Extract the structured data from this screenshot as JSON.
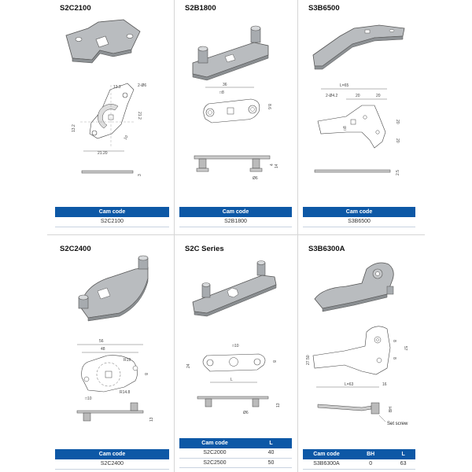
{
  "products": [
    {
      "id": "S2C2100",
      "title": "S2C2100",
      "table": {
        "headers": [
          "Cam code"
        ],
        "rows": [
          [
            "S2C2100"
          ]
        ]
      },
      "dims": [
        "13.2",
        "2-Ø6",
        "21.2",
        "13.2",
        "10",
        "21.20",
        "3"
      ]
    },
    {
      "id": "S2B1800",
      "title": "S2B1800",
      "table": {
        "headers": [
          "Cam code"
        ],
        "rows": [
          [
            "S2B1800"
          ]
        ]
      },
      "dims": [
        "36",
        "□8",
        "8.6",
        "14",
        "4",
        "Ø6"
      ]
    },
    {
      "id": "S3B6500",
      "title": "S3B6500",
      "table": {
        "headers": [
          "Cam code"
        ],
        "rows": [
          [
            "S3B6500"
          ]
        ]
      },
      "dims": [
        "L=65",
        "2-Ø4.2",
        "20",
        "20",
        "□8",
        "20",
        "20",
        "2.5"
      ]
    },
    {
      "id": "S2C2400",
      "title": "S2C2400",
      "table": {
        "headers": [
          "Cam code"
        ],
        "rows": [
          [
            "S2C2400"
          ]
        ]
      },
      "dims": [
        "56",
        "48",
        "R19",
        "8",
        "R14.8",
        "□10",
        "13"
      ]
    },
    {
      "id": "S2C-Series",
      "title": "S2C Series",
      "table": {
        "headers": [
          "Cam code",
          "L"
        ],
        "rows": [
          [
            "S2C2000",
            "40"
          ],
          [
            "S2C2500",
            "50"
          ]
        ]
      },
      "dims": [
        "□10",
        "24",
        "8",
        "L",
        "13",
        "Ø6"
      ]
    },
    {
      "id": "S3B6300A",
      "title": "S3B6300A",
      "table": {
        "headers": [
          "Cam code",
          "BH",
          "L"
        ],
        "rows": [
          [
            "S3B6300A",
            "0",
            "63"
          ]
        ]
      },
      "dims": [
        "27.50",
        "8",
        "8",
        "57",
        "L=63",
        "16",
        "BH"
      ],
      "note": "Set screw"
    }
  ]
}
